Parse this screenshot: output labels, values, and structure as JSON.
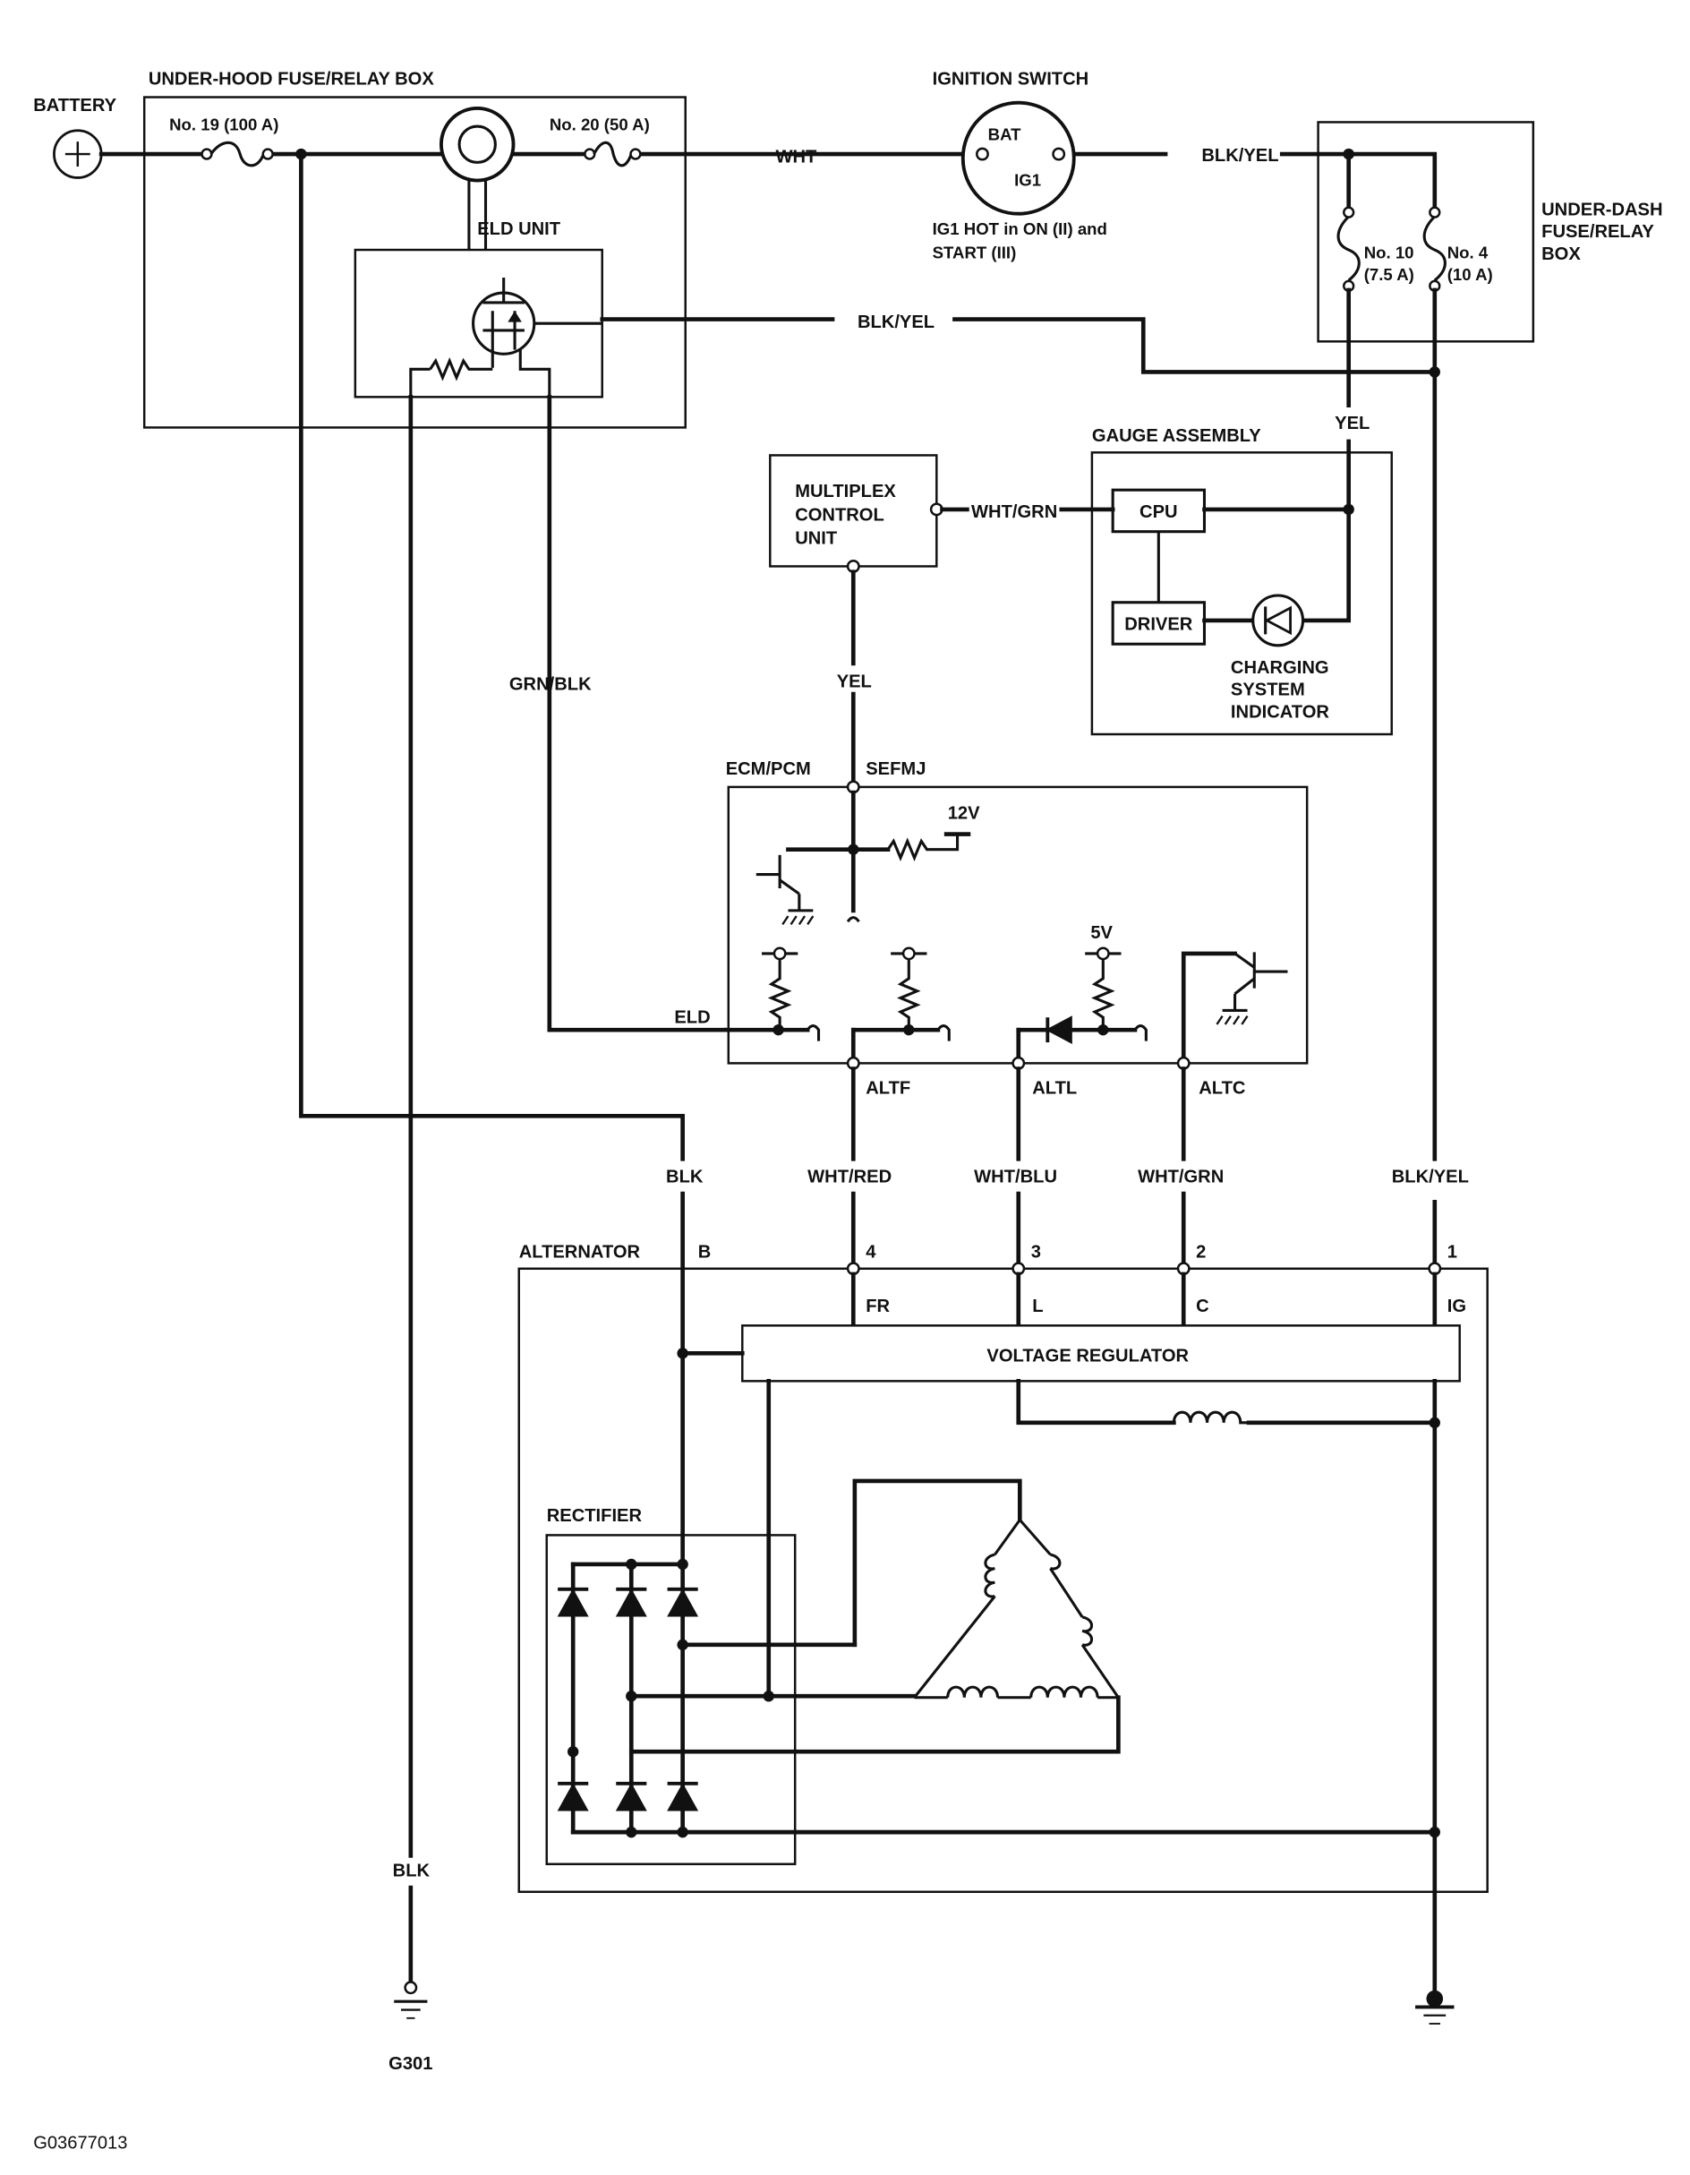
{
  "labels": {
    "battery": "BATTERY",
    "under_hood_box": "UNDER-HOOD FUSE/RELAY BOX",
    "fuse_19": "No. 19 (100 A)",
    "fuse_20": "No. 20 (50 A)",
    "eld_unit": "ELD UNIT",
    "ignition_switch": "IGNITION SWITCH",
    "bat": "BAT",
    "ig1": "IG1",
    "ig1_note_1": "IG1 HOT in ON (II) and",
    "ig1_note_2": "START (III)",
    "under_dash_1": "UNDER-DASH",
    "under_dash_2": "FUSE/RELAY",
    "under_dash_3": "BOX",
    "fuse_10_a": "No. 10",
    "fuse_10_b": "(7.5 A)",
    "fuse_4_a": "No. 4",
    "fuse_4_b": "(10 A)",
    "gauge_assembly": "GAUGE ASSEMBLY",
    "cpu": "CPU",
    "driver": "DRIVER",
    "charging_1": "CHARGING",
    "charging_2": "SYSTEM",
    "charging_3": "INDICATOR",
    "mcu_1": "MULTIPLEX",
    "mcu_2": "CONTROL",
    "mcu_3": "UNIT",
    "ecm_pcm": "ECM/PCM",
    "sefmj": "SEFMJ",
    "v12": "12V",
    "v5": "5V",
    "eld": "ELD",
    "altf": "ALTF",
    "altl": "ALTL",
    "altc": "ALTC",
    "alternator": "ALTERNATOR",
    "b": "B",
    "pin4": "4",
    "pin3": "3",
    "pin2": "2",
    "pin1": "1",
    "fr": "FR",
    "l": "L",
    "c": "C",
    "ig": "IG",
    "voltage_regulator": "VOLTAGE REGULATOR",
    "rectifier": "RECTIFIER",
    "g301": "G301",
    "figure_code": "G03677013"
  },
  "wires": {
    "wht": "WHT",
    "blk_yel_top": "BLK/YEL",
    "blk_yel_eld": "BLK/YEL",
    "yel_gauge": "YEL",
    "wht_grn_mcu": "WHT/GRN",
    "yel_mcu": "YEL",
    "grn_blk": "GRN/BLK",
    "blk_b": "BLK",
    "wht_red": "WHT/RED",
    "wht_blu": "WHT/BLU",
    "wht_grn": "WHT/GRN",
    "blk_yel_ig": "BLK/YEL",
    "blk_ground": "BLK"
  }
}
